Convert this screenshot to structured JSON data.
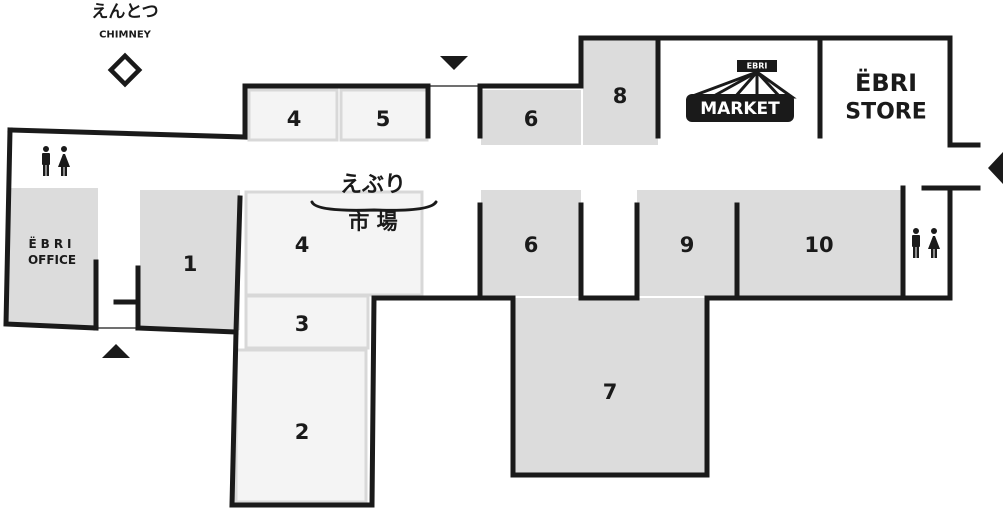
{
  "chimney": {
    "label_jp": "えんとつ",
    "label_en": "CHIMNEY"
  },
  "market_hall": {
    "label_line1": "えぶり",
    "label_line2": "市 場"
  },
  "ebri_market": {
    "top": "EBRI",
    "name": "MARKET"
  },
  "ebri_store": {
    "line1": "ËBRI",
    "line2": "STORE"
  },
  "ebri_office": {
    "line1": "ËBRI",
    "line2": "OFFICE"
  },
  "units": {
    "u1": "1",
    "u2": "2",
    "u3": "3",
    "u4_top": "4",
    "u4_main": "4",
    "u5": "5",
    "u6_top": "6",
    "u6_mid": "6",
    "u7": "7",
    "u8": "8",
    "u9": "9",
    "u10": "10"
  },
  "icons": {
    "restroom_left": "restroom-icon",
    "restroom_right": "restroom-icon",
    "entrance_top": "entrance-arrow-down-icon",
    "entrance_bottom": "entrance-arrow-up-icon",
    "entrance_right": "entrance-arrow-left-icon",
    "chimney": "diamond-marker-icon"
  },
  "colors": {
    "wall": "#1a1a1a",
    "unit_fill": "#dcdcdc",
    "light_fill": "#f4f4f4"
  }
}
